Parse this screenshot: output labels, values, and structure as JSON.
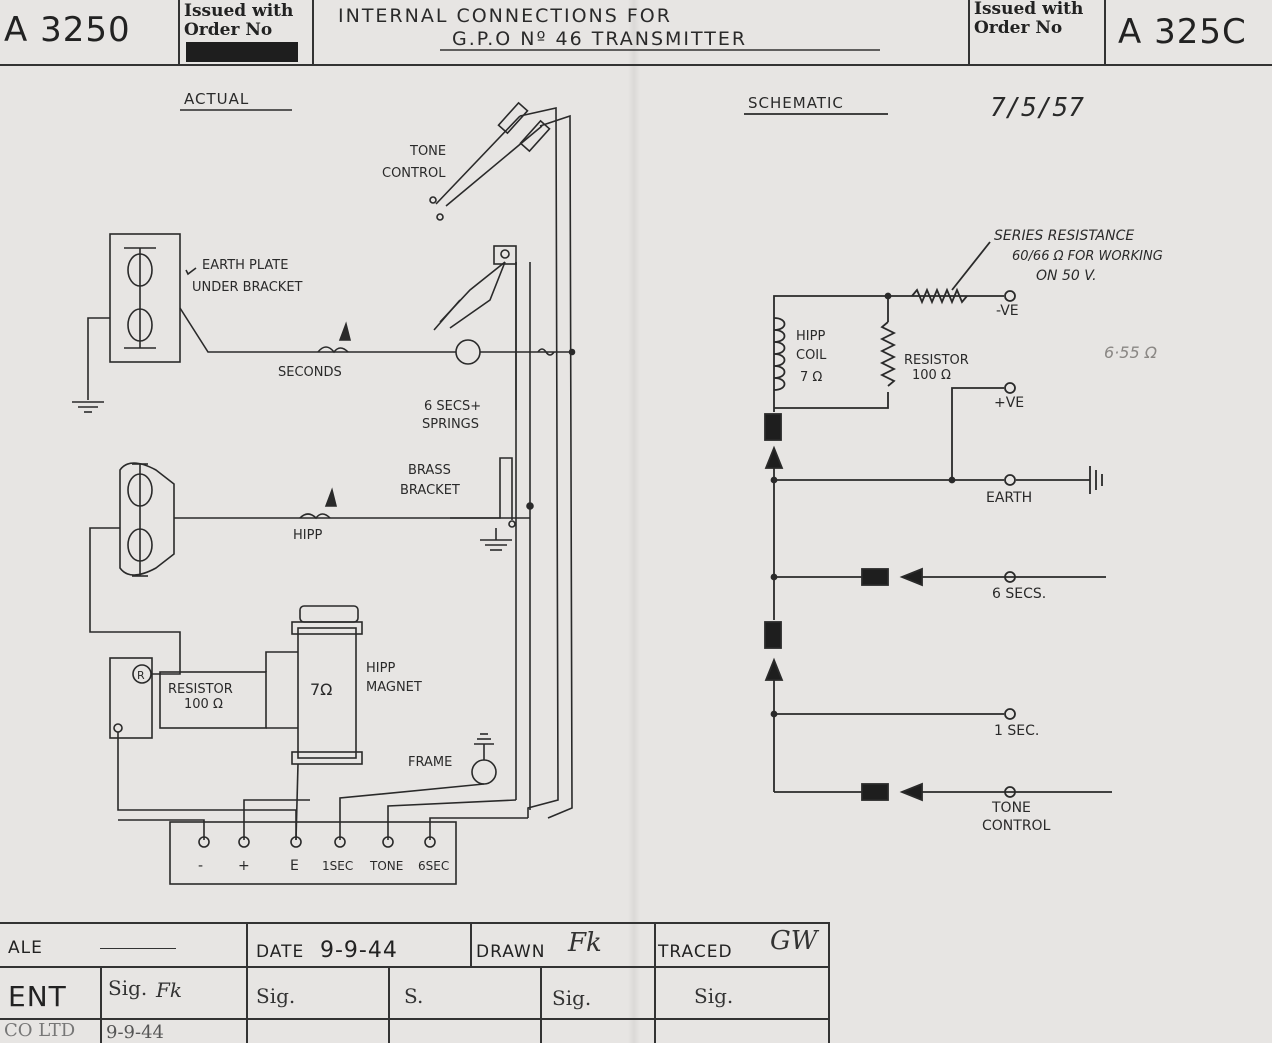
{
  "header": {
    "drawing_no_left": "A 3250",
    "drawing_no_right": "A 325C",
    "issued_line1": "Issued with",
    "issued_line2": "Order No",
    "title_line1": "INTERNAL  CONNECTIONS  FOR",
    "title_line2": "G.P.O  Nº  46  TRANSMITTER"
  },
  "actual": {
    "heading": "ACTUAL",
    "tone_control": [
      "TONE",
      "CONTROL"
    ],
    "earth_plate": [
      "EARTH  PLATE",
      "UNDER  BRACKET"
    ],
    "seconds": "SECONDS",
    "six_secs_springs": [
      "6 SECS+",
      "SPRINGS"
    ],
    "brass_bracket": [
      "BRASS",
      "BRACKET"
    ],
    "hipp": "HIPP",
    "resistor": [
      "RESISTOR",
      "100 Ω"
    ],
    "resistor_mark": "R",
    "magnet_value": "7Ω",
    "hipp_magnet": [
      "HIPP",
      "MAGNET"
    ],
    "frame": "FRAME",
    "terminals": [
      "-",
      "+",
      "E",
      "1SEC",
      "TONE",
      "6SEC"
    ]
  },
  "schematic": {
    "heading": "SCHEMATIC",
    "handwritten_date": "7/5/57",
    "series_note": [
      "SERIES  RESISTANCE",
      "60/66 Ω  FOR WORKING",
      "ON  50 V."
    ],
    "hipp_coil": [
      "HIPP",
      "COIL",
      "7 Ω"
    ],
    "resistor": [
      "RESISTOR",
      "100 Ω"
    ],
    "handwritten_value": "6·55 Ω",
    "minus_ve": "-VE",
    "plus_ve": "+VE",
    "earth": "EARTH",
    "six_secs": "6 SECS.",
    "one_sec": "1 SEC.",
    "tone_control": [
      "TONE",
      "CONTROL"
    ]
  },
  "title_block": {
    "scale_label": "ALE",
    "date_label": "DATE",
    "date_value": "9-9-44",
    "drawn_label": "DRAWN",
    "drawn_initials": "Fk",
    "traced_label": "TRACED",
    "traced_initials": "GW",
    "ent_label": "ENT",
    "sig_labels": [
      "Sig.",
      "Sig.",
      "S.",
      "Sig.",
      "Sig."
    ],
    "sig_initials": "Fk",
    "company": "CO LTD",
    "company_date": "9-9-44"
  }
}
